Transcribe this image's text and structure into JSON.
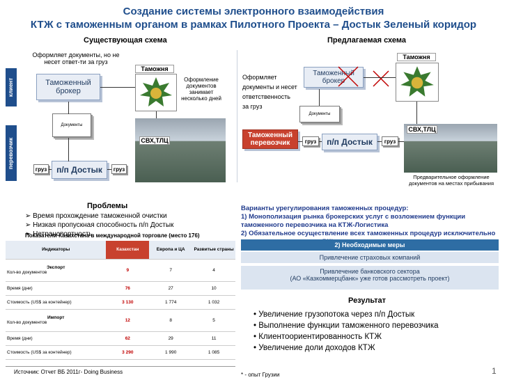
{
  "title": {
    "line1": "Создание системы электронного взаимодействия",
    "line2": "КТЖ с таможенным органом в рамках Пилотного Проекта – Достык Зеленый коридор"
  },
  "left": {
    "heading": "Существующая схема",
    "note": "Оформляет документы, но не несет ответ-ти за груз",
    "side_client": "клиент",
    "side_carrier": "перевозчик",
    "customs": "Таможня",
    "broker": "Таможенный брокер",
    "docs": "Документы",
    "processing": "Оформление документов занимает несколько дней",
    "svh": "СВХ,ТЛЦ",
    "cargo_in": "груз",
    "station": "п/п Достык",
    "cargo_out": "груз"
  },
  "right": {
    "heading": "Предлагаемая схема",
    "customs": "Таможня",
    "broker": "Таможенный брокер",
    "note": "Оформляет документы и несет ответственность за груз",
    "docs": "Документы",
    "carrier": "Таможенный перевозчик",
    "cargo_in": "груз",
    "station": "п/п Достык",
    "cargo_out": "груз",
    "svh": "СВХ,ТЛЦ",
    "prelim": "Предварительное оформление документов на местах прибывания"
  },
  "problems": {
    "heading": "Проблемы",
    "items": [
      "Время прохождение таможенной очистки",
      "Низкая пропускная способность п/п Достык",
      "Нетранспортность"
    ]
  },
  "table": {
    "caption": "Показатели Казахстана в международной торговле (место 176)",
    "headers": [
      "Индикаторы",
      "Казахстан",
      "Европа и ЦА",
      "Развитые страны"
    ],
    "export_label": "Экспорт",
    "import_label": "Импорт",
    "rows_export": [
      {
        "name": "Кол-во документов",
        "kz": "9",
        "eu": "7",
        "dev": "4"
      },
      {
        "name": "Время (дни)",
        "kz": "76",
        "eu": "27",
        "dev": "10"
      },
      {
        "name": "Стоимость (US$ за контейнер)",
        "kz": "3 130",
        "eu": "1 774",
        "dev": "1 032"
      }
    ],
    "rows_import": [
      {
        "name": "Кол-во документов",
        "kz": "12",
        "eu": "8",
        "dev": "5"
      },
      {
        "name": "Время (дни)",
        "kz": "62",
        "eu": "29",
        "dev": "11"
      },
      {
        "name": "Стоимость (US$ за контейнер)",
        "kz": "3 290",
        "eu": "1 990",
        "dev": "1 085"
      }
    ],
    "source": "Источник: Отчет ВБ 2011г- Doing Business"
  },
  "options": {
    "line1": "Варианты урегулирования таможенных процедур:",
    "line2": "1) Монополизация рынка брокерских услуг с возложением функции таможенного перевозчика на КТЖ-Логистика",
    "line3": "2) Обязательное осуществление всех таможенных процедур исключительно таможенными органами РК*"
  },
  "measures": {
    "heading": "2) Необходимые меры",
    "item1": "Привлечение страховых компаний",
    "item2a": "Привлечение банковского сектора",
    "item2b": "(АО «Казкоммерцбанк» уже готов рассмотреть проект)"
  },
  "result": {
    "heading": "Результат",
    "items": [
      "Увеличение грузопотока  через п/п Достык",
      "Выполнение функции таможенного перевозчика",
      "Клиентоориентированность КТЖ",
      "Увеличение доли доходов КТЖ"
    ]
  },
  "footnote": "* - опыт Грузии",
  "page_number": "1",
  "colors": {
    "title": "#1f4e8c",
    "accent": "#2e6da4",
    "highlight": "#c00000"
  }
}
